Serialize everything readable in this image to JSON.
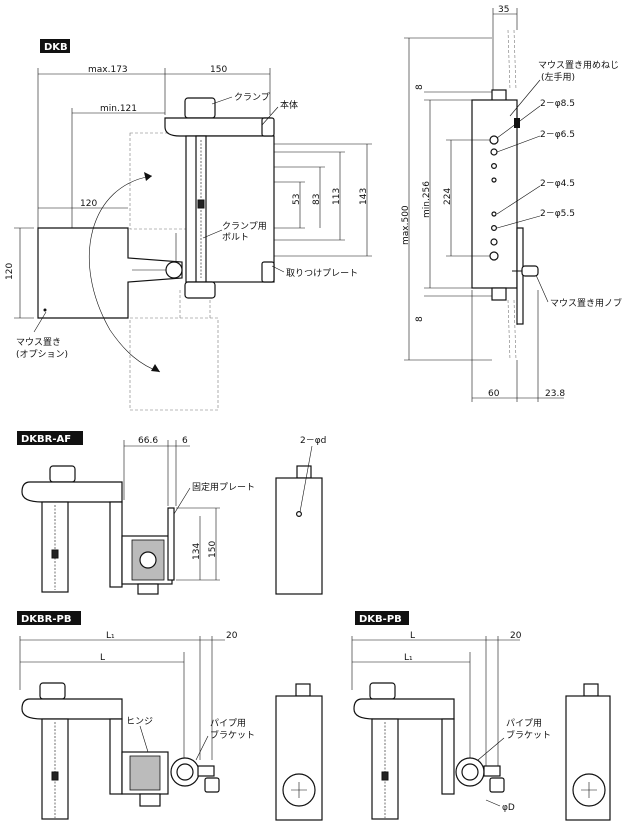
{
  "sections": {
    "dkb": "DKB",
    "dkbr_af": "DKBR-AF",
    "dkbr_pb": "DKBR-PB",
    "dkb_pb": "DKB-PB"
  },
  "labels": {
    "clamp": "クランプ",
    "body": "本体",
    "clamp_bolt_1": "クランプ用",
    "clamp_bolt_2": "ボルト",
    "mount_plate": "取りつけプレート",
    "mouse_pad_1": "マウス置き",
    "mouse_pad_2": "(オプション)",
    "mouse_nut_1": "マウス置き用めねじ",
    "mouse_nut_2": "(左手用)",
    "mouse_knob": "マウス置き用ノブ",
    "fixing_plate": "固定用プレート",
    "hinge": "ヒンジ",
    "pipe_bracket_1": "パイプ用",
    "pipe_bracket_2": "ブラケット"
  },
  "dims": {
    "max173": "max.173",
    "d150": "150",
    "min121": "min.121",
    "d120h": "120",
    "d120v": "120",
    "d53": "53",
    "d83": "83",
    "d113": "113",
    "d143": "143",
    "d35": "35",
    "h85": "2－φ8.5",
    "h65": "2－φ6.5",
    "h45": "2－φ4.5",
    "h55": "2－φ5.5",
    "max500": "max.500",
    "min256": "min.256",
    "d224": "224",
    "d8a": "8",
    "d8b": "8",
    "d60": "60",
    "d238": "23.8",
    "d666": "66.6",
    "d6": "6",
    "d134": "134",
    "d150b": "150",
    "hd": "2－φd",
    "L1a": "L₁",
    "La": "L",
    "d20a": "20",
    "Lb": "L",
    "L1b": "L₁",
    "d20b": "20",
    "phiD": "φD"
  }
}
